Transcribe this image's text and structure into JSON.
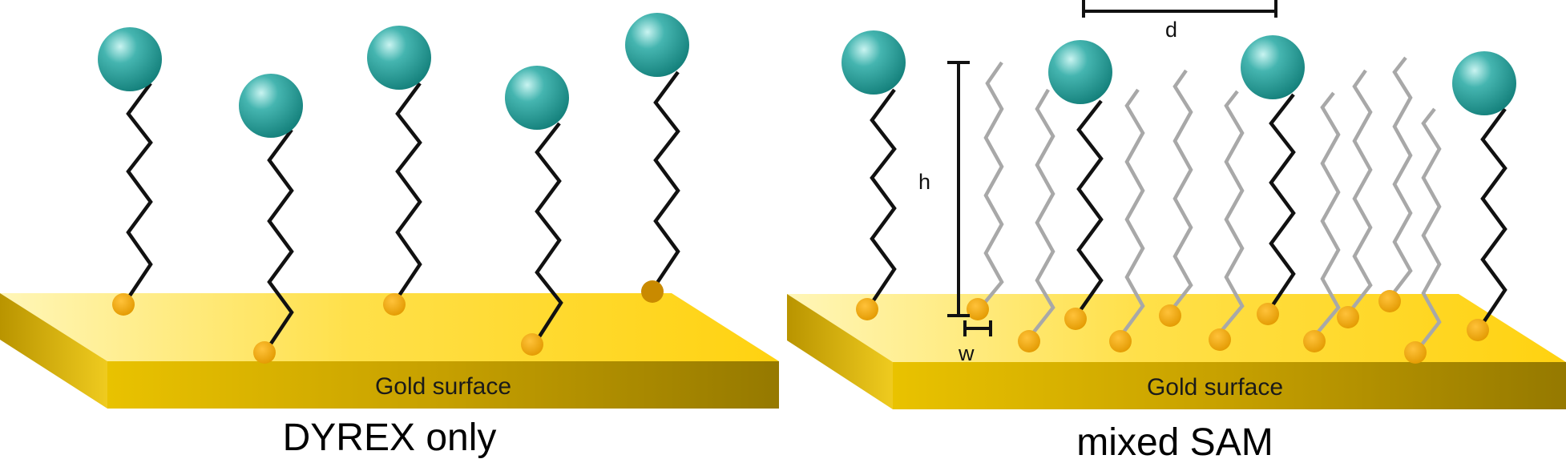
{
  "panels": {
    "left": {
      "surface_label": "Gold surface",
      "caption": "DYREX only"
    },
    "right": {
      "surface_label": "Gold surface",
      "caption": "mixed SAM"
    }
  },
  "dimensions": {
    "d": "d",
    "h": "h",
    "w": "w"
  },
  "colors": {
    "gold_top_light": "#fff29a",
    "gold_top": "#ffd21a",
    "gold_side": "#c9a200",
    "gold_side_dark": "#9a7e00",
    "anchor": "#eea300",
    "anchor_dark": "#c98700",
    "head": "#1a8f8a",
    "head_light": "#9fe6e2",
    "chain_black": "#111111",
    "chain_gray": "#a8a8a8"
  }
}
